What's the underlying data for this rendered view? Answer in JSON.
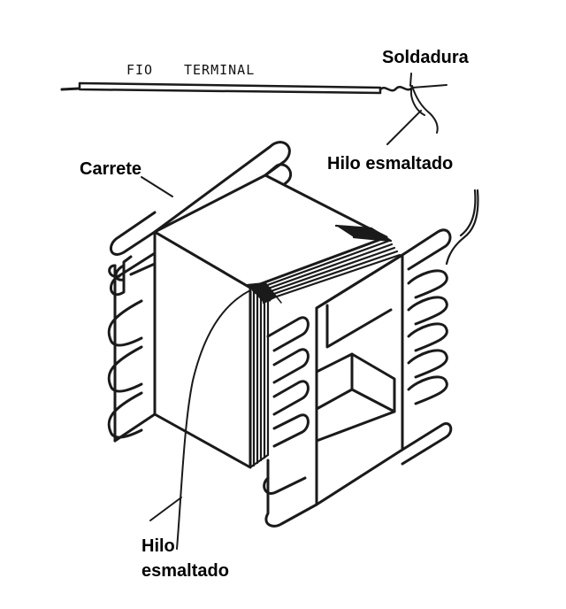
{
  "labels": {
    "fio": "FIO",
    "terminal": "TERMINAL",
    "soldadura": "Soldadura",
    "hilo_esmaltado_top": "Hilo esmaltado",
    "carrete": "Carrete",
    "hilo_esmaltado_bottom_line1": "Hilo",
    "hilo_esmaltado_bottom_line2": "esmaltado"
  },
  "colors": {
    "ink": "#1a1a1a",
    "background": "#ffffff"
  }
}
